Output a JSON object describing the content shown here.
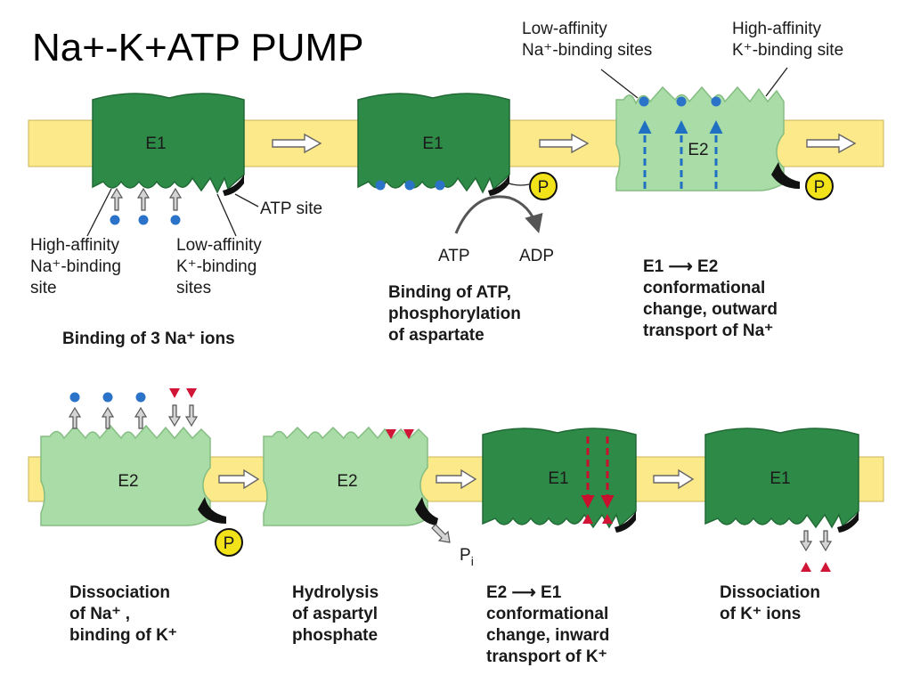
{
  "title": "Na+-K+ATP PUMP",
  "labels": {
    "atp_site": "ATP site",
    "high_affinity_na": [
      "High-affinity",
      "Na⁺-binding",
      "site"
    ],
    "low_affinity_k": [
      "Low-affinity",
      "K⁺-binding",
      "sites"
    ],
    "low_affinity_na": [
      "Low-affinity",
      "Na⁺-binding sites"
    ],
    "high_affinity_k": [
      "High-affinity",
      "K⁺-binding site"
    ],
    "atp": "ATP",
    "adp": "ADP",
    "phosphate": "P",
    "pi_main": "P",
    "pi_sub": "i"
  },
  "states": {
    "s1": "E1",
    "s2": "E1",
    "s3": "E2",
    "s4": "E2",
    "s5": "E2",
    "s6": "E1",
    "s7": "E1"
  },
  "captions": {
    "c1": [
      "Binding of 3 Na⁺ ions"
    ],
    "c2": [
      "Binding of ATP,",
      "phosphorylation",
      "of aspartate"
    ],
    "c3": [
      "E1 ⟶ E2",
      "conformational",
      "change, outward",
      "transport of Na⁺"
    ],
    "c4": [
      "Dissociation",
      "of Na⁺ ,",
      "binding of K⁺"
    ],
    "c5": [
      "Hydrolysis",
      "of aspartyl",
      "phosphate"
    ],
    "c6": [
      "E2 ⟶ E1",
      "conformational",
      "change, inward",
      "transport of K⁺"
    ],
    "c7": [
      "Dissociation",
      "of K⁺ ions"
    ]
  },
  "colors": {
    "e1_protein": "#2e8a47",
    "e2_protein": "#a9dca7",
    "membrane": "#fce98a",
    "sodium_ion": "#2b73c8",
    "potassium_ion": "#d01537",
    "phosphate_group": "#f2e21a"
  }
}
